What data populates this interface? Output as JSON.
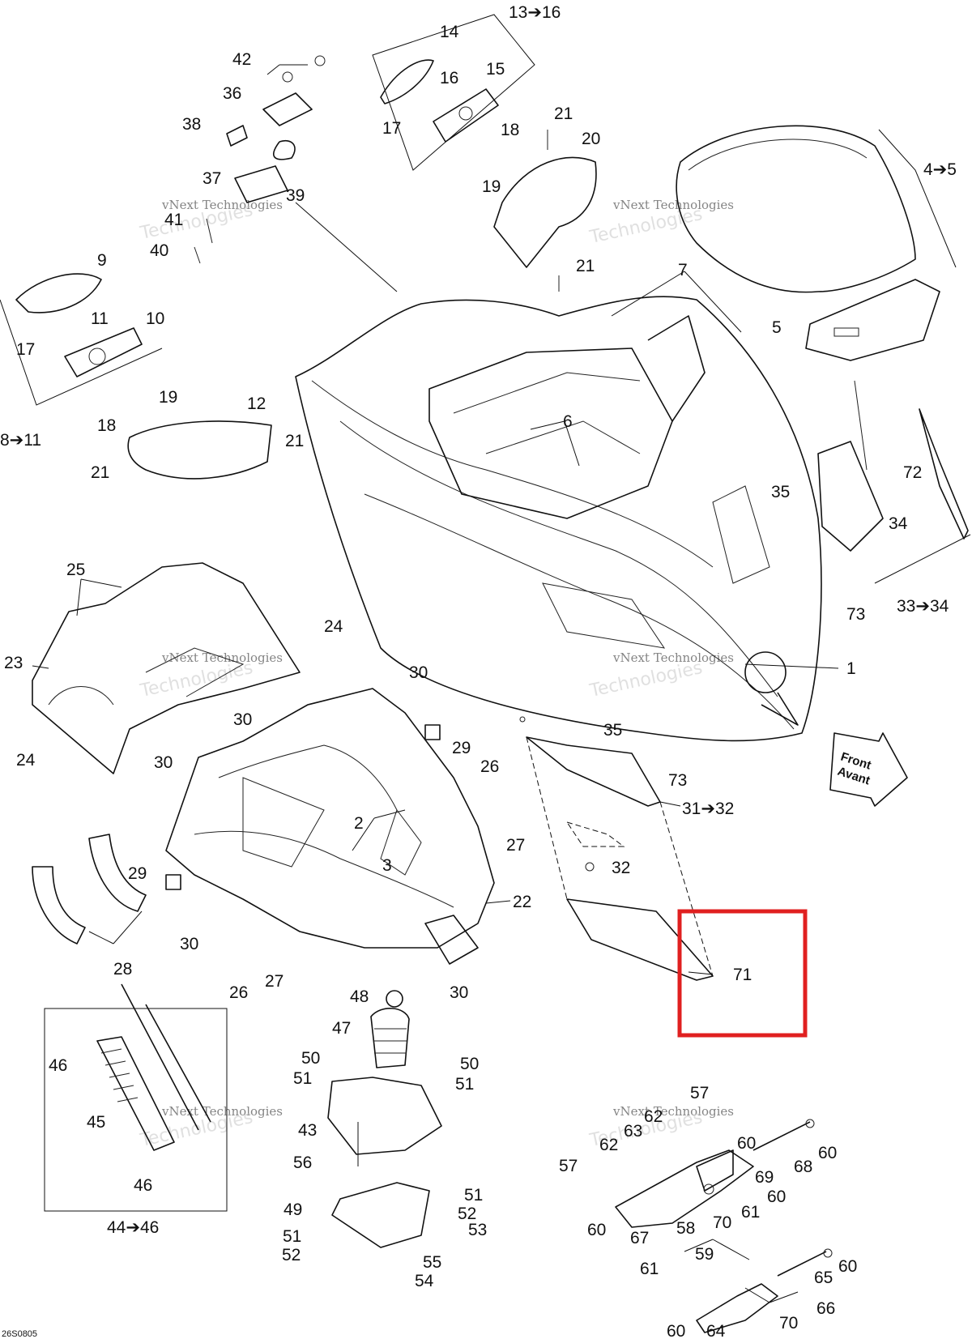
{
  "callouts": {
    "c13_16": "13➔16",
    "c14": "14",
    "c15": "15",
    "c16": "16",
    "c17a": "17",
    "c18a": "18",
    "c19a": "19",
    "c42": "42",
    "c36": "36",
    "c38": "38",
    "c37": "37",
    "c39": "39",
    "c41": "41",
    "c40": "40",
    "c21a": "21",
    "c20": "20",
    "c21b": "21",
    "c4_5": "4➔5",
    "c5": "5",
    "c7": "7",
    "c9": "9",
    "c11": "11",
    "c10": "10",
    "c17b": "17",
    "c19b": "19",
    "c18b": "18",
    "c8_11": "8➔11",
    "c12": "12",
    "c21c": "21",
    "c21d": "21",
    "c6": "6",
    "c35a": "35",
    "c34": "34",
    "c72": "72",
    "c73a": "73",
    "c33_34": "33➔34",
    "c1": "1",
    "c25": "25",
    "c24a": "24",
    "c23": "23",
    "c24b": "24",
    "c30a": "30",
    "c30b": "30",
    "c30c": "30",
    "c29a": "29",
    "c26a": "26",
    "c27a": "27",
    "c2": "2",
    "c3": "3",
    "c22": "22",
    "c29b": "29",
    "c28": "28",
    "c30d": "30",
    "c26b": "26",
    "c27b": "27",
    "c30e": "30",
    "c35b": "35",
    "c73b": "73",
    "c31_32": "31➔32",
    "c32": "32",
    "c71": "71",
    "c48": "48",
    "c47": "47",
    "c46a": "46",
    "c45": "45",
    "c46b": "46",
    "c44_46": "44➔46",
    "c50a": "50",
    "c51a": "51",
    "c50b": "50",
    "c51b": "51",
    "c43": "43",
    "c56": "56",
    "c51c": "51",
    "c52a": "52",
    "c49": "49",
    "c53": "53",
    "c51d": "51",
    "c52b": "52",
    "c55": "55",
    "c54": "54",
    "c57a": "57",
    "c62a": "62",
    "c63": "63",
    "c62b": "62",
    "c60a": "60",
    "c60b": "60",
    "c68": "68",
    "c69": "69",
    "c57b": "57",
    "c60c": "60",
    "c67": "67",
    "c70a": "70",
    "c61a": "61",
    "c60d": "60",
    "c58": "58",
    "c59": "59",
    "c60e": "60",
    "c65": "65",
    "c61b": "61",
    "c66": "66",
    "c60f": "60",
    "c64": "64",
    "c70b": "70"
  },
  "watermark": {
    "line1": "vNext Technologies",
    "line2": "Technologies"
  },
  "front_arrow": {
    "line1": "Front",
    "line2": "Avant"
  },
  "drawing_ref": "26S0805",
  "highlight_color": "#e02020"
}
